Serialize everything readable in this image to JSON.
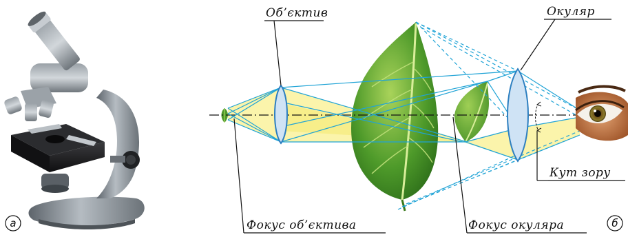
{
  "panels": {
    "a_letter": "а",
    "b_letter": "б"
  },
  "labels": {
    "objective": "Об’єктив",
    "eyepiece": "Окуляр",
    "objective_focus": "Фокус об’єктива",
    "eyepiece_focus": "Фокус окуляра",
    "view_angle": "Кут зору"
  },
  "colors": {
    "beam_fill": "#fbf3a6",
    "ray": "#1fa3d6",
    "lens_fill": "#cfe3f5",
    "lens_stroke": "#2d7fc0",
    "leaf_dark": "#2f7d1e",
    "leaf_light": "#8cc63f",
    "microscope_body": "#8a9096",
    "stage_black": "#1d1d1f"
  },
  "icons": {
    "microscope": "microscope-illustration",
    "eye": "eye-illustration",
    "object_leaf": "small-leaf-object",
    "real_image_leaf": "inverted-leaf-real-image",
    "virtual_image_leaf": "large-leaf-virtual-image"
  }
}
